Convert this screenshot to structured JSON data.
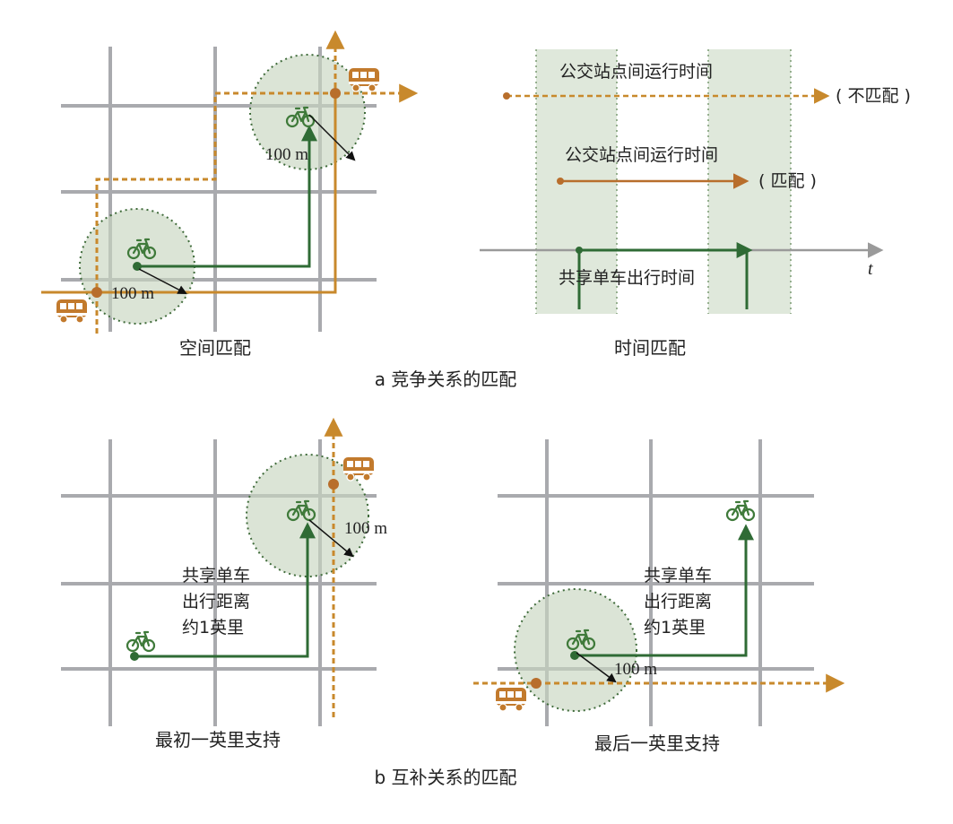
{
  "panel_a": {
    "caption": "a 竞争关系的匹配",
    "spatial": {
      "radius_label_top": "100 m",
      "radius_label_bottom": "100 m",
      "subtitle": "空间匹配"
    },
    "temporal": {
      "bus_time_label_1": "公交站点间运行时间",
      "mismatch_label": "( 不匹配 )",
      "bus_time_label_2": "公交站点间运行时间",
      "match_label": "( 匹配 )",
      "bike_time_label": "共享单车出行时间",
      "axis_label": "t",
      "subtitle": "时间匹配"
    }
  },
  "panel_b": {
    "caption": "b 互补关系的匹配",
    "first_mile": {
      "radius_label": "100 m",
      "distance_label_line1": "共享单车",
      "distance_label_line2": "出行距离",
      "distance_label_line3": "约1英里",
      "subtitle": "最初一英里支持"
    },
    "last_mile": {
      "radius_label": "100 m",
      "distance_label_line1": "共享单车",
      "distance_label_line2": "出行距离",
      "distance_label_line3": "约1英里",
      "subtitle": "最后一英里支持"
    }
  },
  "colors": {
    "grid": "#a9aaae",
    "bus_route": "#c8892c",
    "bus_dot": "#b86e2c",
    "bike": "#2f6b35",
    "buffer_fill": "#c8d6c0",
    "buffer_stroke": "#3f6b3a",
    "time_band": "#dfe8db",
    "axis": "#9a9a9a"
  },
  "icons": [
    "bus-icon",
    "bicycle-icon",
    "arrow-icon"
  ]
}
